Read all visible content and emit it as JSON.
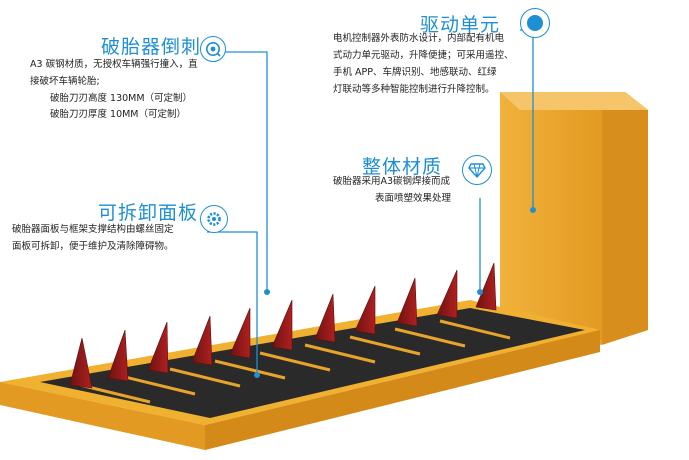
{
  "features": {
    "spike": {
      "title": "破胎器倒刺",
      "lines": [
        "A3 碳钢材质，无授权车辆强行撞入，直",
        "接破坏车辆轮胎;",
        "破胎刀刃高度 130MM（可定制）",
        "破胎刀刃厚度 10MM（可定制）"
      ]
    },
    "drive": {
      "title": "驱动单元",
      "lines": [
        "电机控制器外表防水设计，内部配有机电",
        "式动力单元驱动，升降便捷；可采用遥控、",
        "手机 APP、车牌识别、地感联动、红绿",
        "灯联动等多种智能控制进行升降控制。"
      ]
    },
    "material": {
      "title": "整体材质",
      "lines": [
        "破胎器采用A3碳钢焊接而成",
        "表面喷塑效果处理"
      ]
    },
    "panel": {
      "title": "可拆卸面板",
      "lines": [
        "破胎器面板与框架支撑结构由螺丝固定",
        "面板可拆卸，便于维护及清除障碍物。"
      ]
    }
  },
  "icons": {
    "spike": "target-icon",
    "drive": "filled-circle-icon",
    "material": "diamond-icon",
    "panel": "gear-icon"
  },
  "colors": {
    "accent": "#1f8fd4",
    "frame": "#e8a32a",
    "frame_dark": "#c98618",
    "spike": "#8b1a1a",
    "panel": "#2b2b2b"
  }
}
